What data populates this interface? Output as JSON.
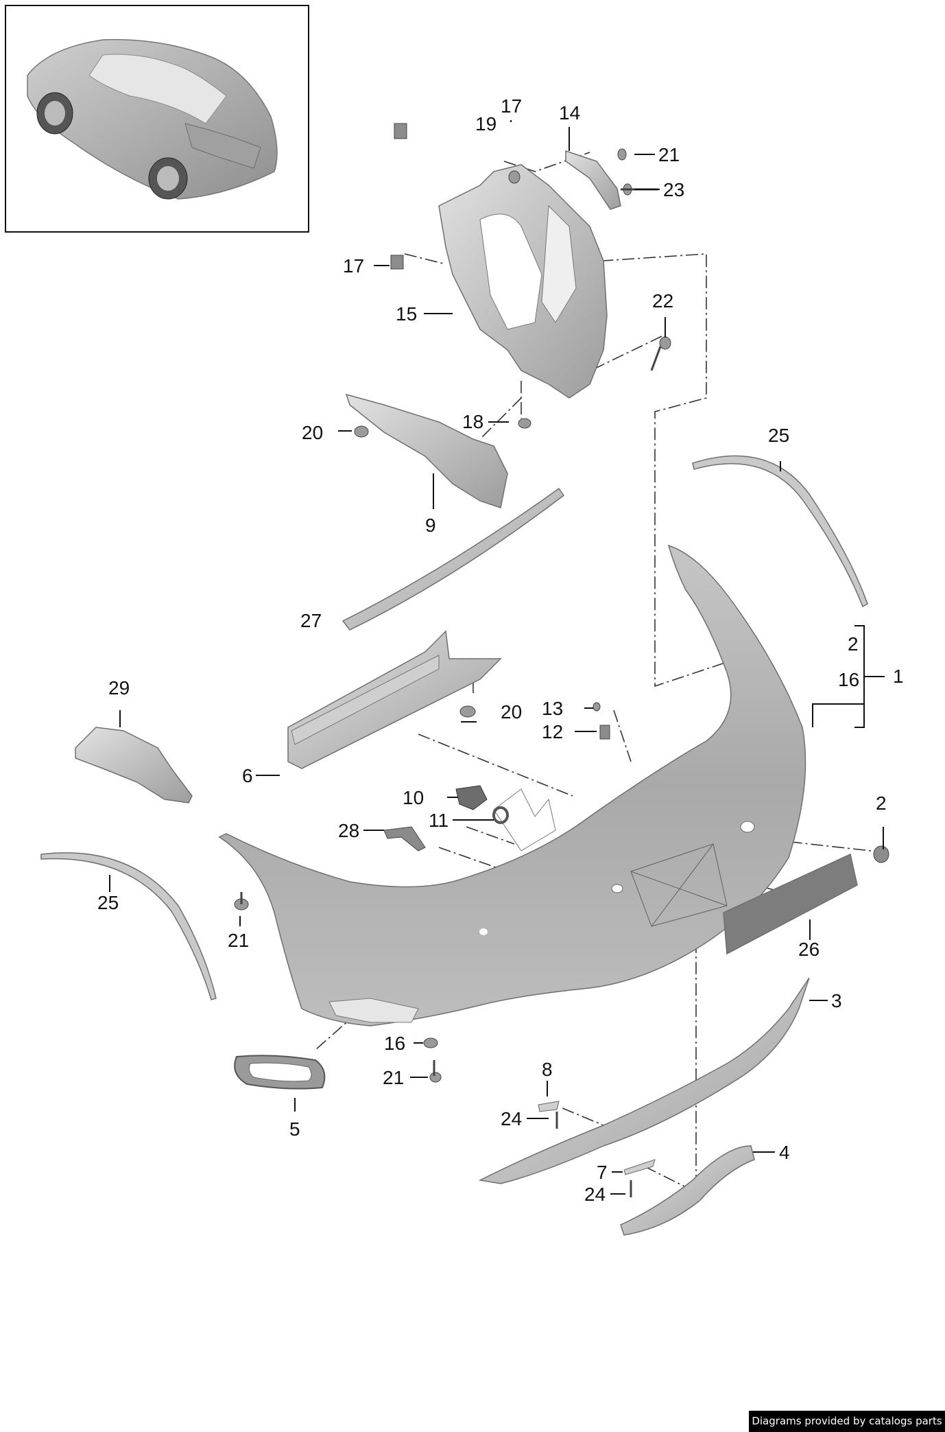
{
  "credit": "Diagrams provided by catalogs parts",
  "colors": {
    "part_light": "#d9d9d9",
    "part_mid": "#b3b3b3",
    "part_dark": "#8c8c8c",
    "line": "#111111"
  },
  "callouts": {
    "c1": "1",
    "c2a": "2",
    "c2b": "2",
    "c3": "3",
    "c4": "4",
    "c5": "5",
    "c6": "6",
    "c7": "7",
    "c8": "8",
    "c9": "9",
    "c10": "10",
    "c11": "11",
    "c12": "12",
    "c13": "13",
    "c14": "14",
    "c15": "15",
    "c16a": "16",
    "c16b": "16",
    "c17a": "17",
    "c17b": "17",
    "c18": "18",
    "c19": "19",
    "c20a": "20",
    "c20b": "20",
    "c21a": "21",
    "c21b": "21",
    "c21c": "21",
    "c22": "22",
    "c23": "23",
    "c24a": "24",
    "c24b": "24",
    "c25a": "25",
    "c25b": "25",
    "c26": "26",
    "c27": "27",
    "c28": "28",
    "c29": "29"
  }
}
